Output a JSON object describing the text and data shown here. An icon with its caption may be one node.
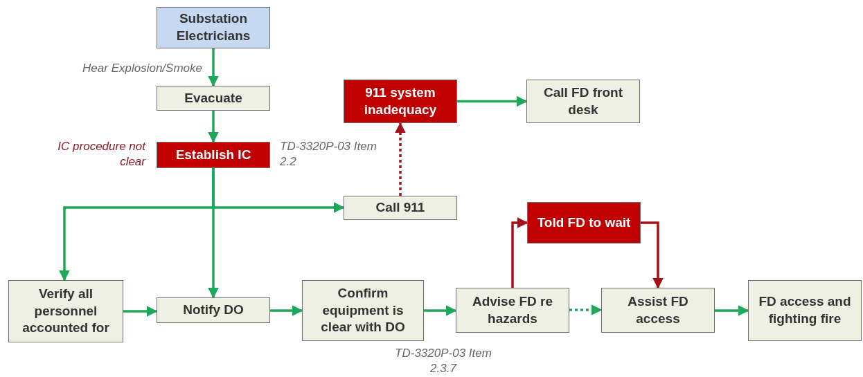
{
  "diagram": {
    "nodes": [
      {
        "text": [
          "Substation Electricians"
        ]
      },
      {
        "text": [
          "Evacuate"
        ]
      },
      {
        "text": [
          "Establish IC"
        ],
        "beside": [
          "IC procedure not clear",
          "TD-3320P-03 Item 2.2"
        ]
      },
      {
        "text": [
          "911 system inadequacy"
        ]
      },
      {
        "text": [
          "Call FD front desk"
        ]
      },
      {
        "text": [
          "Call 911"
        ]
      },
      {
        "text": [
          "Told FD to wait"
        ]
      },
      {
        "text": [
          "Verify all personnel accounted for"
        ]
      },
      {
        "text": [
          "Notify DO"
        ]
      },
      {
        "text": [
          "Confirm equipment is clear with DO"
        ],
        "beside": [
          "TD-3320P-03 Item 2.3.7"
        ]
      },
      {
        "text": [
          "Advise FD re hazards"
        ]
      },
      {
        "text": [
          "Assist FD access"
        ]
      },
      {
        "text": [
          "FD access and fighting fire"
        ]
      }
    ],
    "edges": [
      {
        "from": 0,
        "to": 1,
        "arrow": "to",
        "label": "Hear Explosion/Smoke"
      },
      {
        "from": 1,
        "to": 2,
        "arrow": "to"
      },
      {
        "from": 2,
        "to": 5,
        "arrow": "to"
      },
      {
        "from": 2,
        "to": 7,
        "arrow": "to"
      },
      {
        "from": 2,
        "to": 8,
        "arrow": "to"
      },
      {
        "from": 5,
        "to": 3,
        "arrow": "to",
        "style": "dashed",
        "color": "#a5101b"
      },
      {
        "from": 3,
        "to": 4,
        "arrow": "to"
      },
      {
        "from": 7,
        "to": 8,
        "arrow": "to"
      },
      {
        "from": 8,
        "to": 9,
        "arrow": "to"
      },
      {
        "from": 9,
        "to": 10,
        "arrow": "to"
      },
      {
        "from": 10,
        "to": 6,
        "arrow": "to",
        "color": "#a5101b"
      },
      {
        "from": 6,
        "to": 11,
        "arrow": "to",
        "color": "#a5101b"
      },
      {
        "from": 10,
        "to": 11,
        "arrow": "to",
        "style": "dashed"
      },
      {
        "from": 11,
        "to": 12,
        "arrow": "to"
      }
    ]
  }
}
